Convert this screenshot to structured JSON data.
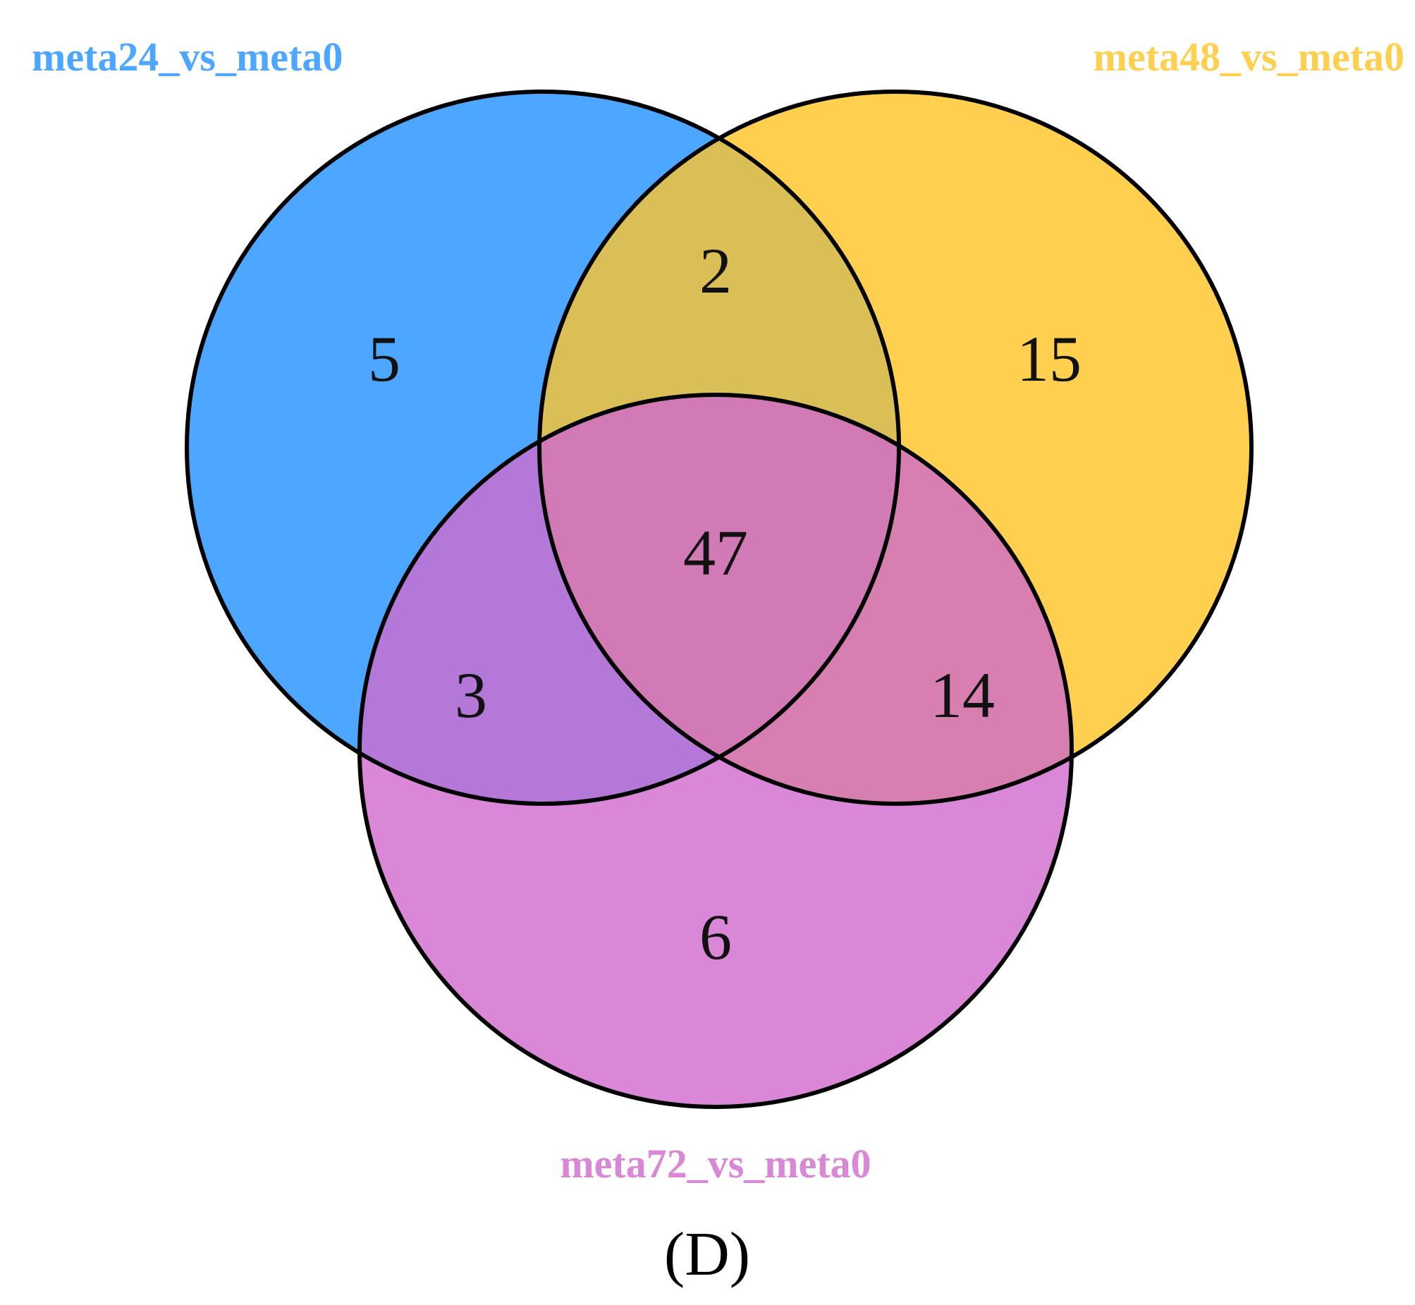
{
  "sets": [
    {
      "id": "a",
      "label": "meta24_vs_meta0",
      "color": "#4da6ff"
    },
    {
      "id": "b",
      "label": "meta48_vs_meta0",
      "color": "#ffd050"
    },
    {
      "id": "c",
      "label": "meta72_vs_meta0",
      "color": "#d987d6"
    }
  ],
  "regions": {
    "a_only": "5",
    "b_only": "15",
    "c_only": "6",
    "ab_only": "2",
    "ac_only": "3",
    "bc_only": "14",
    "abc": "47"
  },
  "region_colors": {
    "ab": "#d9bf55",
    "ac": "#b478d8",
    "bc": "#d87fb1",
    "abc": "#d17ab5"
  },
  "panel_label": "(D)"
}
